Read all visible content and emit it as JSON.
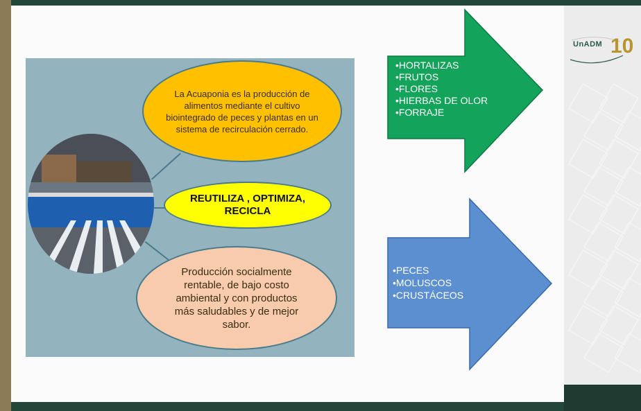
{
  "logo": {
    "brand": "UnADM",
    "years": "10"
  },
  "panel": {
    "definition": "La Acuaponia es la producción de alimentos mediante el cultivo biointegrado de peces y plantas en un sistema de recirculación cerrado.",
    "slogan": "REUTILIZA , OPTIMIZA, RECICLA",
    "benefit": "Producción socialmente rentable, de bajo costo ambiental y con productos más saludables y de mejor sabor."
  },
  "plants_arrow": {
    "color": "#14a35a",
    "items": [
      "HORTALIZAS",
      "FRUTOS",
      "FLORES",
      "HIERBAS DE OLOR",
      "FORRAJE"
    ]
  },
  "animals_arrow": {
    "color": "#5b8fd0",
    "items": [
      "PECES",
      "MOLUSCOS",
      "CRUSTÁCEOS"
    ]
  }
}
